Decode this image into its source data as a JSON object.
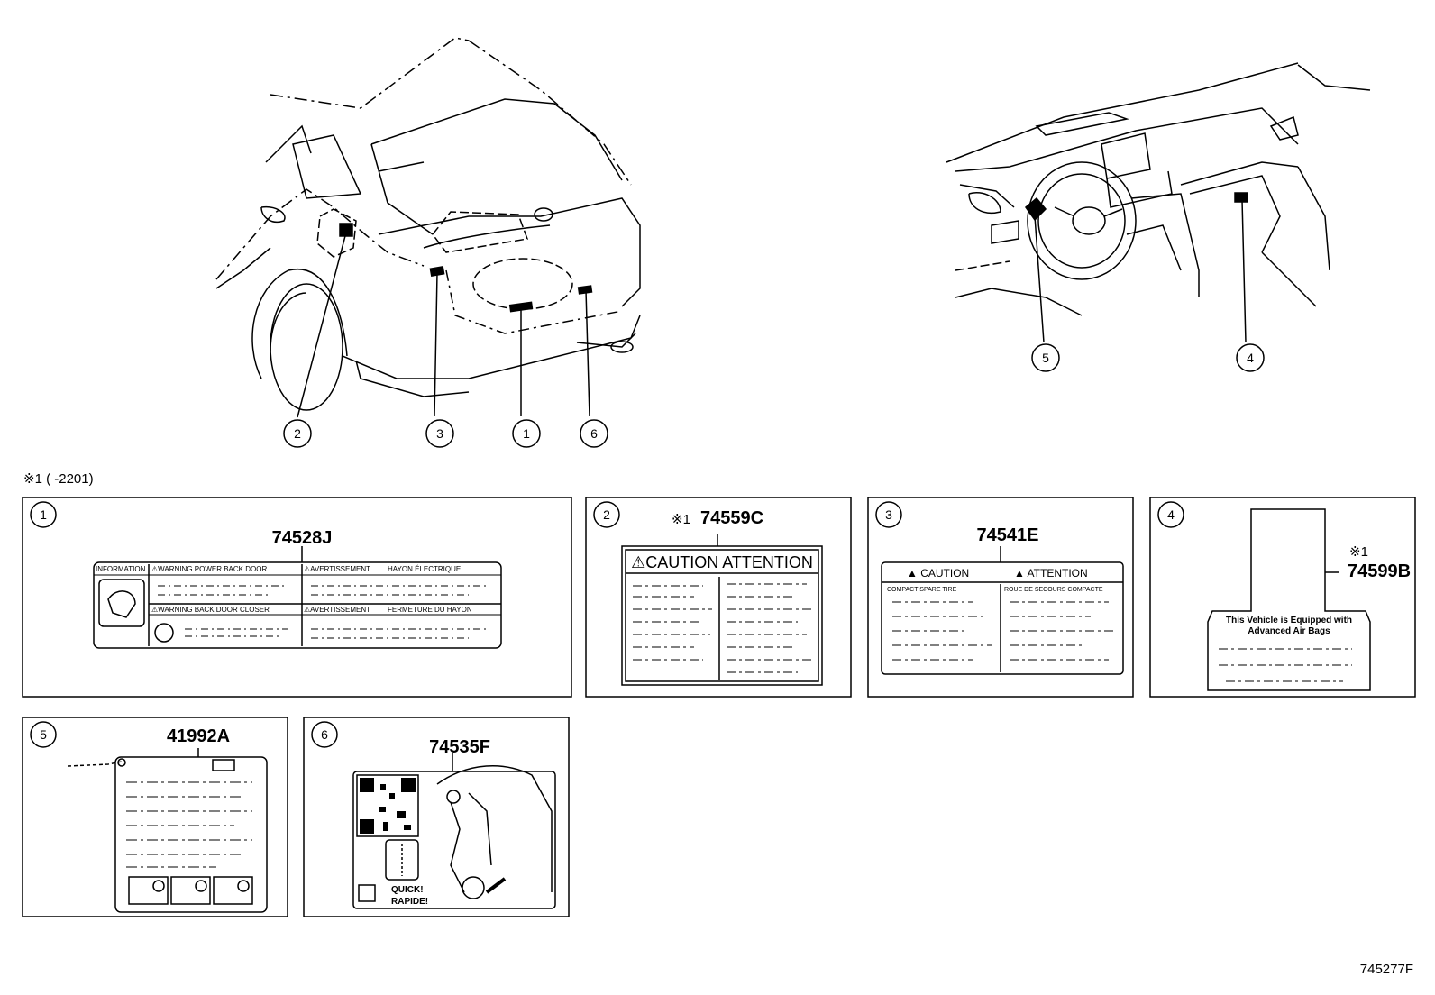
{
  "callouts": {
    "c1": "1",
    "c2": "2",
    "c3": "3",
    "c4": "4",
    "c5": "5",
    "c6": "6"
  },
  "footnote": "※1 (      -2201)",
  "diagram_code": "745277F",
  "panels": {
    "p1": {
      "num": "1",
      "part": "74528J",
      "label": {
        "info": "INFORMATION",
        "warn1": "⚠WARNING POWER BACK DOOR",
        "avert1": "⚠AVERTISSEMENT",
        "hayon1": "HAYON ÉLECTRIQUE",
        "warn2": "⚠WARNING BACK DOOR CLOSER",
        "avert2": "⚠AVERTISSEMENT",
        "hayon2": "FERMETURE DU HAYON"
      }
    },
    "p2": {
      "num": "2",
      "mark": "※1",
      "part": "74559C",
      "label": {
        "header": "⚠CAUTION ATTENTION"
      }
    },
    "p3": {
      "num": "3",
      "part": "74541E",
      "label": {
        "caution": "▲ CAUTION",
        "attention": "▲ ATTENTION",
        "left_sub": "COMPACT SPARE TIRE",
        "right_sub": "ROUE DE SECOURS COMPACTE"
      }
    },
    "p4": {
      "num": "4",
      "mark": "※1",
      "part": "74599B",
      "label": {
        "line1": "This Vehicle is Equipped with",
        "line2": "Advanced Air Bags"
      }
    },
    "p5": {
      "num": "5",
      "part": "41992A"
    },
    "p6": {
      "num": "6",
      "part": "74535F",
      "label": {
        "quick": "QUICK!",
        "rapide": "RAPIDE!"
      }
    }
  }
}
